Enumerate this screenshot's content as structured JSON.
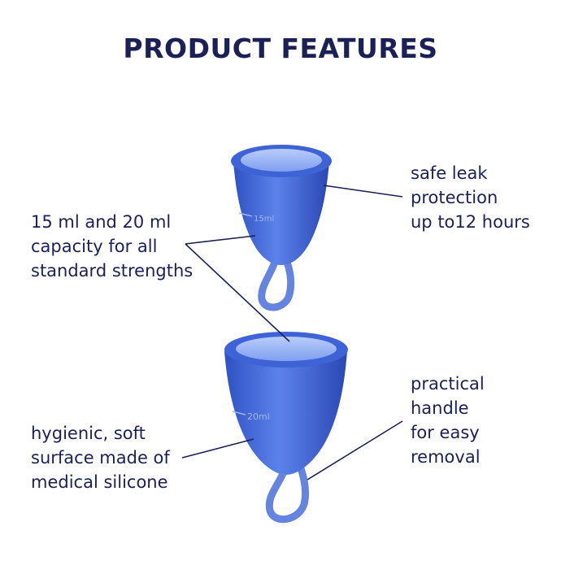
{
  "title": "PRODUCT FEATURES",
  "features": {
    "leak": {
      "lines": [
        "safe leak",
        "protection",
        "up to12 hours"
      ]
    },
    "capacity": {
      "lines": [
        "15 ml and 20 ml",
        "capacity for all",
        "standard strengths"
      ]
    },
    "hygienic": {
      "lines": [
        "hygienic, soft",
        "surface made of",
        "medical silicone"
      ]
    },
    "handle": {
      "lines": [
        "practical",
        "handle",
        "for easy",
        "removal"
      ]
    }
  },
  "cups": {
    "small": {
      "marking": "15ml"
    },
    "large": {
      "marking": "20ml"
    }
  },
  "colors": {
    "title": "#1b2057",
    "text": "#1b2057",
    "cup": "#3d63d6",
    "cup_light": "#9fb7f3",
    "line": "#1b2057"
  }
}
